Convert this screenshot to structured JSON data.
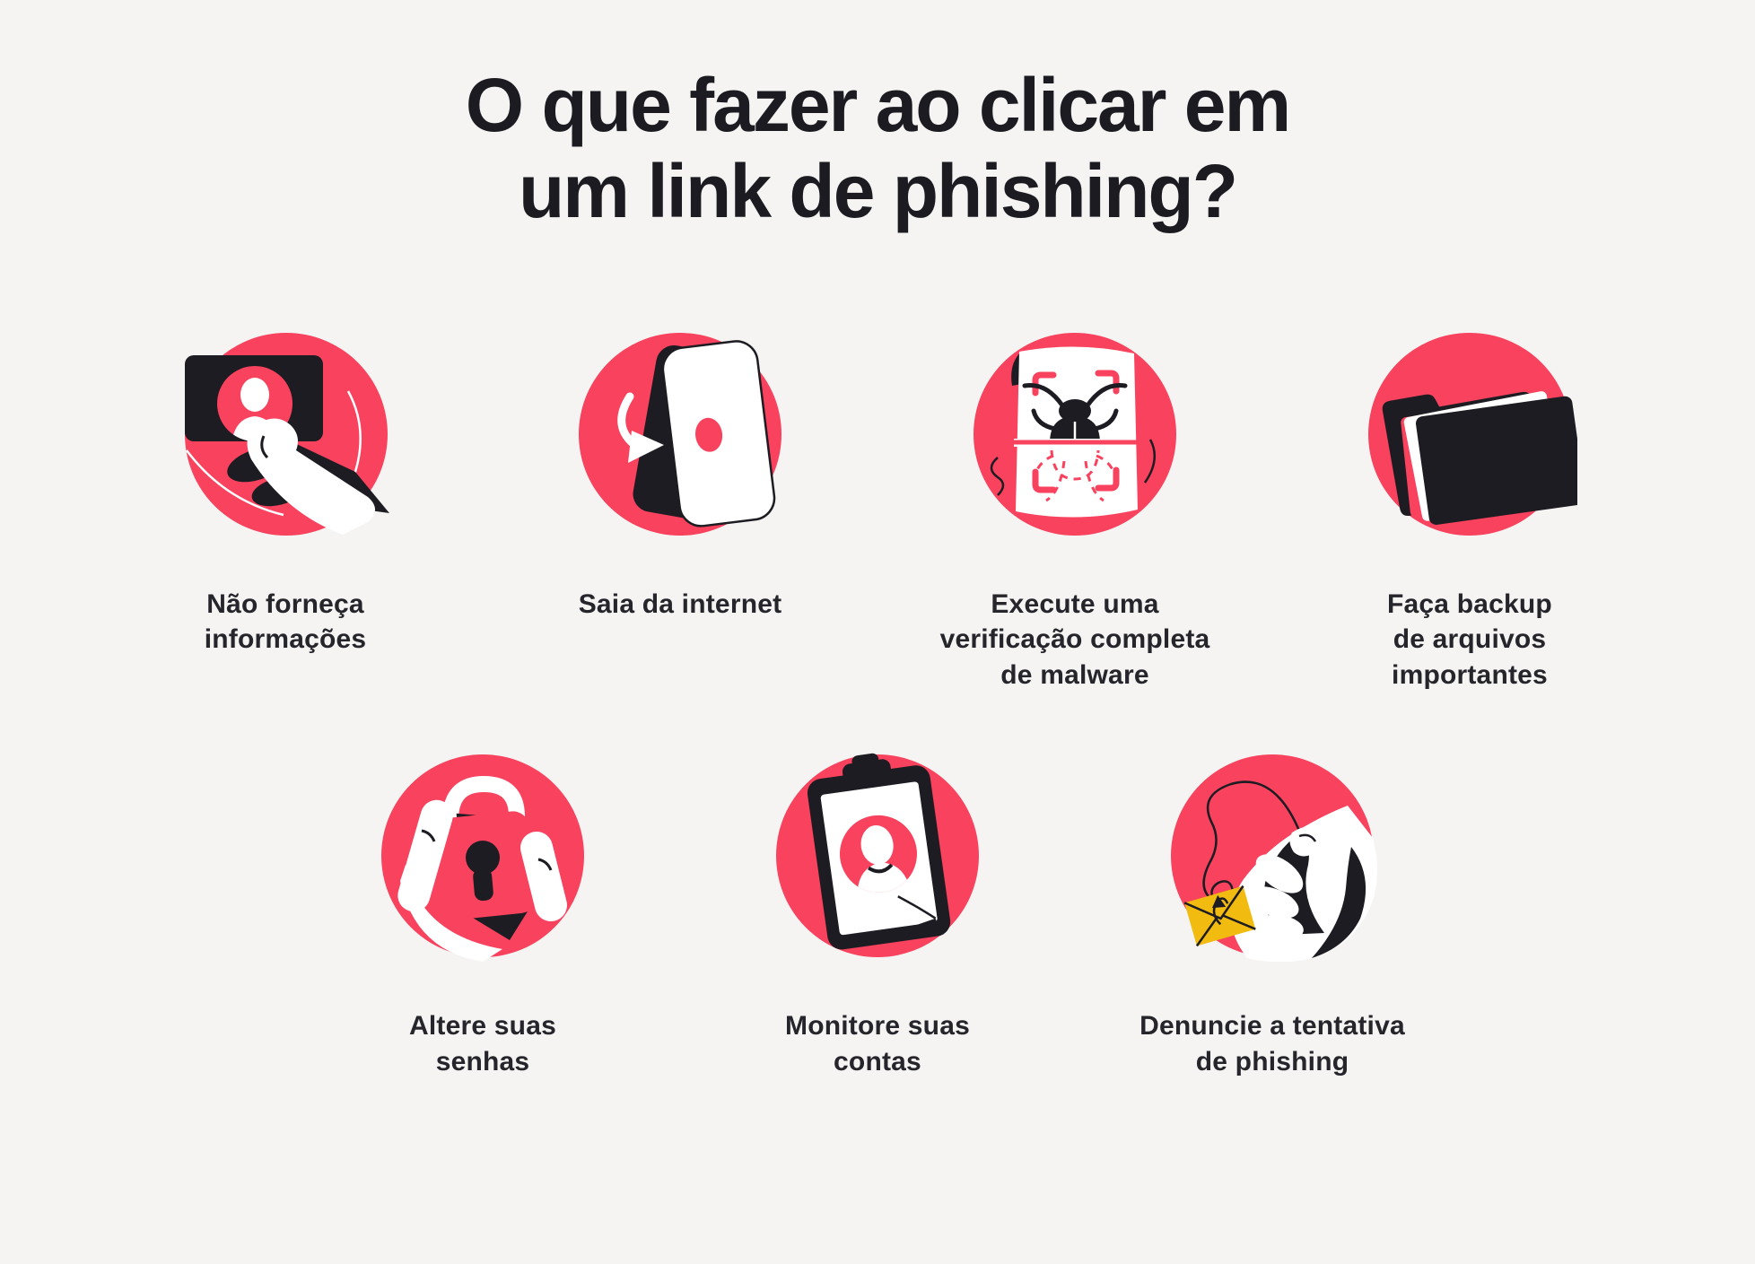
{
  "colors": {
    "pink": "#f8425e",
    "ink": "#1d1c22",
    "background": "#f5f4f2",
    "paper": "#ffffff",
    "yellow": "#f2bb0f",
    "title_text": "#1c1b21",
    "label_text": "#26252b"
  },
  "title_lines": [
    "O que fazer ao clicar em",
    "um link de phishing?"
  ],
  "steps": [
    {
      "icon": "id-card-in-hand-icon",
      "label_lines": [
        "Não forneça",
        "informações"
      ]
    },
    {
      "icon": "phone-disconnect-icon",
      "label_lines": [
        "Saia da internet"
      ]
    },
    {
      "icon": "malware-scan-icon",
      "label_lines": [
        "Execute uma",
        "verificação completa",
        "de malware"
      ]
    },
    {
      "icon": "folder-backup-icon",
      "label_lines": [
        "Faça backup",
        "de arquivos",
        "importantes"
      ]
    },
    {
      "icon": "padlock-in-hand-icon",
      "label_lines": [
        "Altere suas",
        "senhas"
      ]
    },
    {
      "icon": "account-monitor-clipboard-icon",
      "label_lines": [
        "Monitore suas",
        "contas"
      ]
    },
    {
      "icon": "report-phishing-hook-icon",
      "label_lines": [
        "Denuncie a tentativa",
        "de phishing"
      ]
    }
  ]
}
